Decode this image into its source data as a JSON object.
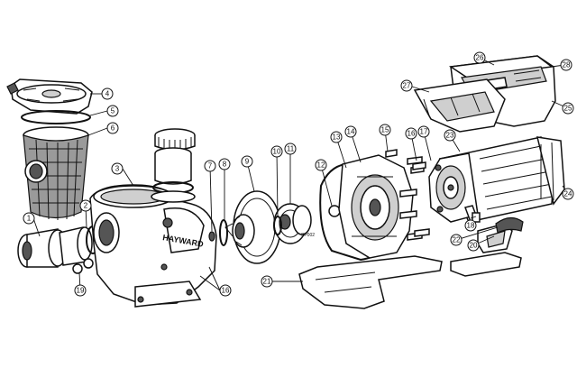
{
  "diagram": {
    "brand_label": "HAYWARD",
    "impeller_marking": "SP002",
    "callouts": [
      "1",
      "2",
      "3",
      "4",
      "5",
      "6",
      "7",
      "8",
      "9",
      "10",
      "11",
      "12",
      "13",
      "14",
      "15",
      "16",
      "17",
      "18",
      "19",
      "20",
      "21",
      "22",
      "23",
      "24",
      "25",
      "26",
      "27",
      "28"
    ],
    "colors": {
      "line": "#111111",
      "background": "#ffffff",
      "shade": "#cfcfcf"
    }
  }
}
